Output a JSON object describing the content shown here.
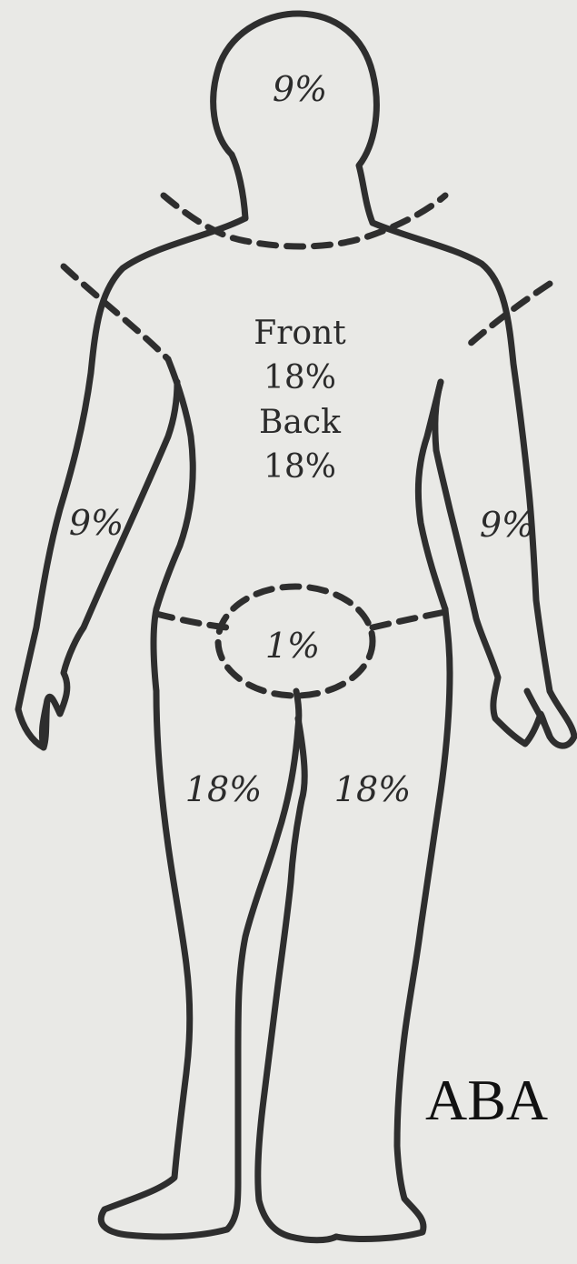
{
  "regions": {
    "head": "9%",
    "torso": {
      "front_label": "Front",
      "front_value": "18%",
      "back_label": "Back",
      "back_value": "18%"
    },
    "left_arm": "9%",
    "right_arm": "9%",
    "perineum": "1%",
    "left_leg": "18%",
    "right_leg": "18%"
  },
  "source": "ABA",
  "colors": {
    "background": "#e9e9e6",
    "outline": "#2e2e2e"
  }
}
